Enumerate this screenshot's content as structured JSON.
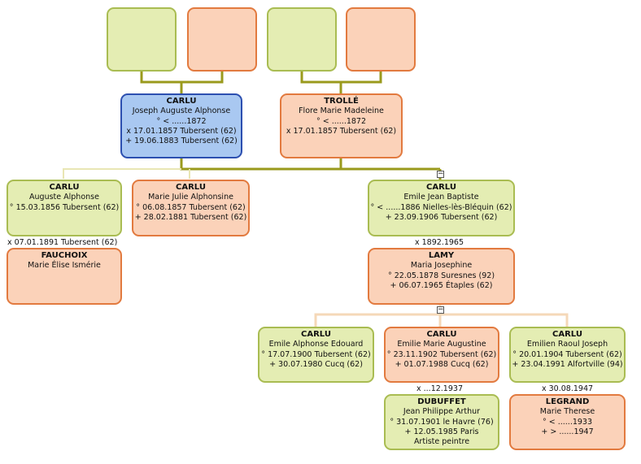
{
  "people": {
    "joseph": {
      "surname": "CARLU",
      "given": "Joseph Auguste Alphonse",
      "birth": "° < ......1872",
      "marriage": "x 17.01.1857 Tubersent (62)",
      "death": "+ 19.06.1883 Tubersent (62)"
    },
    "flore": {
      "surname": "TROLLÉ",
      "given": "Flore Marie Madeleine",
      "birth": "° < ......1872",
      "marriage": "x 17.01.1857 Tubersent (62)"
    },
    "auguste": {
      "surname": "CARLU",
      "given": "Auguste Alphonse",
      "birth": "° 15.03.1856 Tubersent (62)"
    },
    "marie_julie": {
      "surname": "CARLU",
      "given": "Marie Julie Alphonsine",
      "birth": "° 06.08.1857 Tubersent (62)",
      "death": "+ 28.02.1881 Tubersent (62)"
    },
    "emile_jean": {
      "surname": "CARLU",
      "given": "Emile Jean Baptiste",
      "birth": "° < ......1886 Nielles-lès-Bléquin (62)",
      "death": "+ 23.09.1906 Tubersent (62)"
    },
    "fauchoix": {
      "surname": "FAUCHOIX",
      "given": "Marie Élise Ismérie"
    },
    "lamy": {
      "surname": "LAMY",
      "given": "Maria Josephine",
      "birth": "° 22.05.1878 Suresnes (92)",
      "death": "+ 06.07.1965 Étaples (62)"
    },
    "emile_alph": {
      "surname": "CARLU",
      "given": "Emile Alphonse Edouard",
      "birth": "° 17.07.1900 Tubersent (62)",
      "death": "+ 30.07.1980 Cucq (62)"
    },
    "emilie": {
      "surname": "CARLU",
      "given": "Emilie Marie Augustine",
      "birth": "° 23.11.1902 Tubersent (62)",
      "death": "+ 01.07.1988 Cucq (62)"
    },
    "emilien": {
      "surname": "CARLU",
      "given": "Emilien Raoul Joseph",
      "birth": "° 20.01.1904 Tubersent (62)",
      "death": "+ 23.04.1991 Alfortville (94)"
    },
    "dubuffet": {
      "surname": "DUBUFFET",
      "given": "Jean Philippe Arthur",
      "birth": "° 31.07.1901 le Havre (76)",
      "death": "+ 12.05.1985 Paris",
      "occupation": "Artiste peintre"
    },
    "legrand": {
      "surname": "LEGRAND",
      "given": "Marie Therese",
      "birth": "° < ......1933",
      "death": "+ > ......1947"
    }
  },
  "marriages": {
    "auguste_fauchoix": "x 07.01.1891 Tubersent (62)",
    "emile_lamy": "x 1892.1965",
    "emilie_dubuffet": "x ...12.1937",
    "emilien_legrand": "x 30.08.1947"
  },
  "toggles": {
    "collapse": "−"
  },
  "colors": {
    "male_fill": "#e4edb3",
    "male_border": "#a9bc52",
    "female_fill": "#fbd2b9",
    "female_border": "#e27a3f",
    "selected_fill": "#a9c8f1",
    "selected_border": "#2c4fb0",
    "connector": "#9a9a1c",
    "light_connector": "#f5d8b8"
  }
}
